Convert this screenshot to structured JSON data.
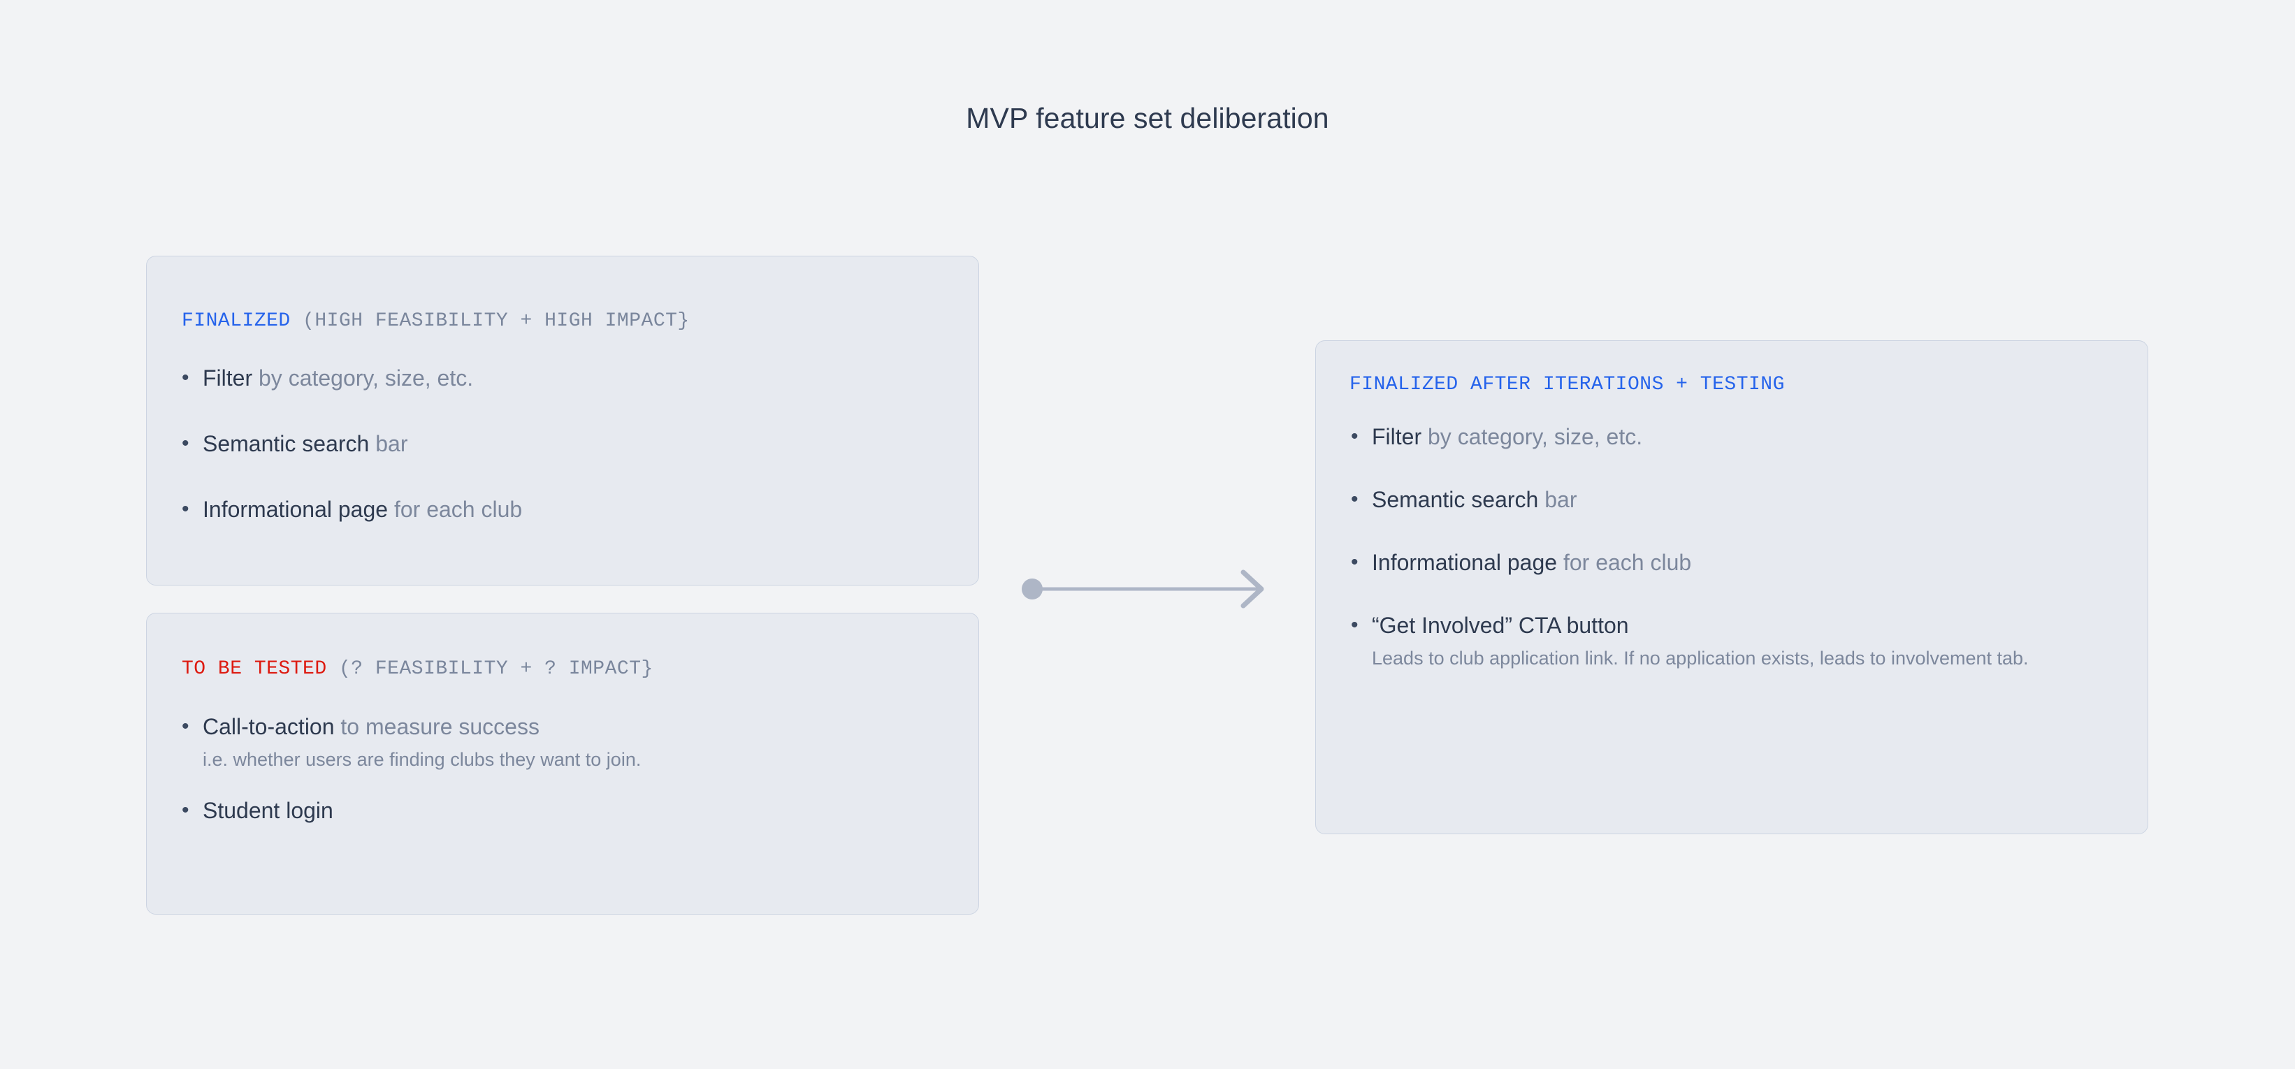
{
  "title": "MVP feature set deliberation",
  "colors": {
    "page_background": "#f2f3f5",
    "card_background": "#e7eaf0",
    "card_border": "#ccd4e2",
    "title_text": "#2e3a4f",
    "accent_blue": "#2563eb",
    "accent_red": "#dd1a10",
    "muted_text": "#7c879c",
    "arrow": "#aeb6c6"
  },
  "left_column": {
    "cards": [
      {
        "header": {
          "status": "FINALIZED",
          "status_color": "#2563eb",
          "criteria": "(HIGH FEASIBILITY + HIGH IMPACT}"
        },
        "bullets": [
          {
            "lead": "Filter",
            "rest": " by category, size, etc.",
            "note": ""
          },
          {
            "lead": "Semantic search",
            "rest": " bar",
            "note": ""
          },
          {
            "lead": "Informational page",
            "rest": " for each club",
            "note": ""
          }
        ]
      },
      {
        "header": {
          "status": "TO BE TESTED",
          "status_color": "#dd1a10",
          "criteria": "(? FEASIBILITY + ? IMPACT}"
        },
        "bullets": [
          {
            "lead": "Call-to-action",
            "rest": " to measure success",
            "note": "i.e. whether users are finding clubs they want to join."
          },
          {
            "lead": "Student login",
            "rest": "",
            "note": ""
          }
        ]
      }
    ]
  },
  "connector": {
    "icon": "arrow-right",
    "label": ""
  },
  "right_column": {
    "card": {
      "header": {
        "status": "FINALIZED AFTER ITERATIONS + TESTING",
        "status_color": "#2563eb",
        "criteria": ""
      },
      "bullets": [
        {
          "lead": "Filter",
          "rest": " by category, size, etc.",
          "note": ""
        },
        {
          "lead": "Semantic search",
          "rest": " bar",
          "note": ""
        },
        {
          "lead": "Informational page",
          "rest": " for each club",
          "note": ""
        },
        {
          "lead": "“Get Involved” CTA button",
          "rest": "",
          "note": "Leads to club application link. If no application exists, leads to involvement tab."
        }
      ]
    }
  }
}
